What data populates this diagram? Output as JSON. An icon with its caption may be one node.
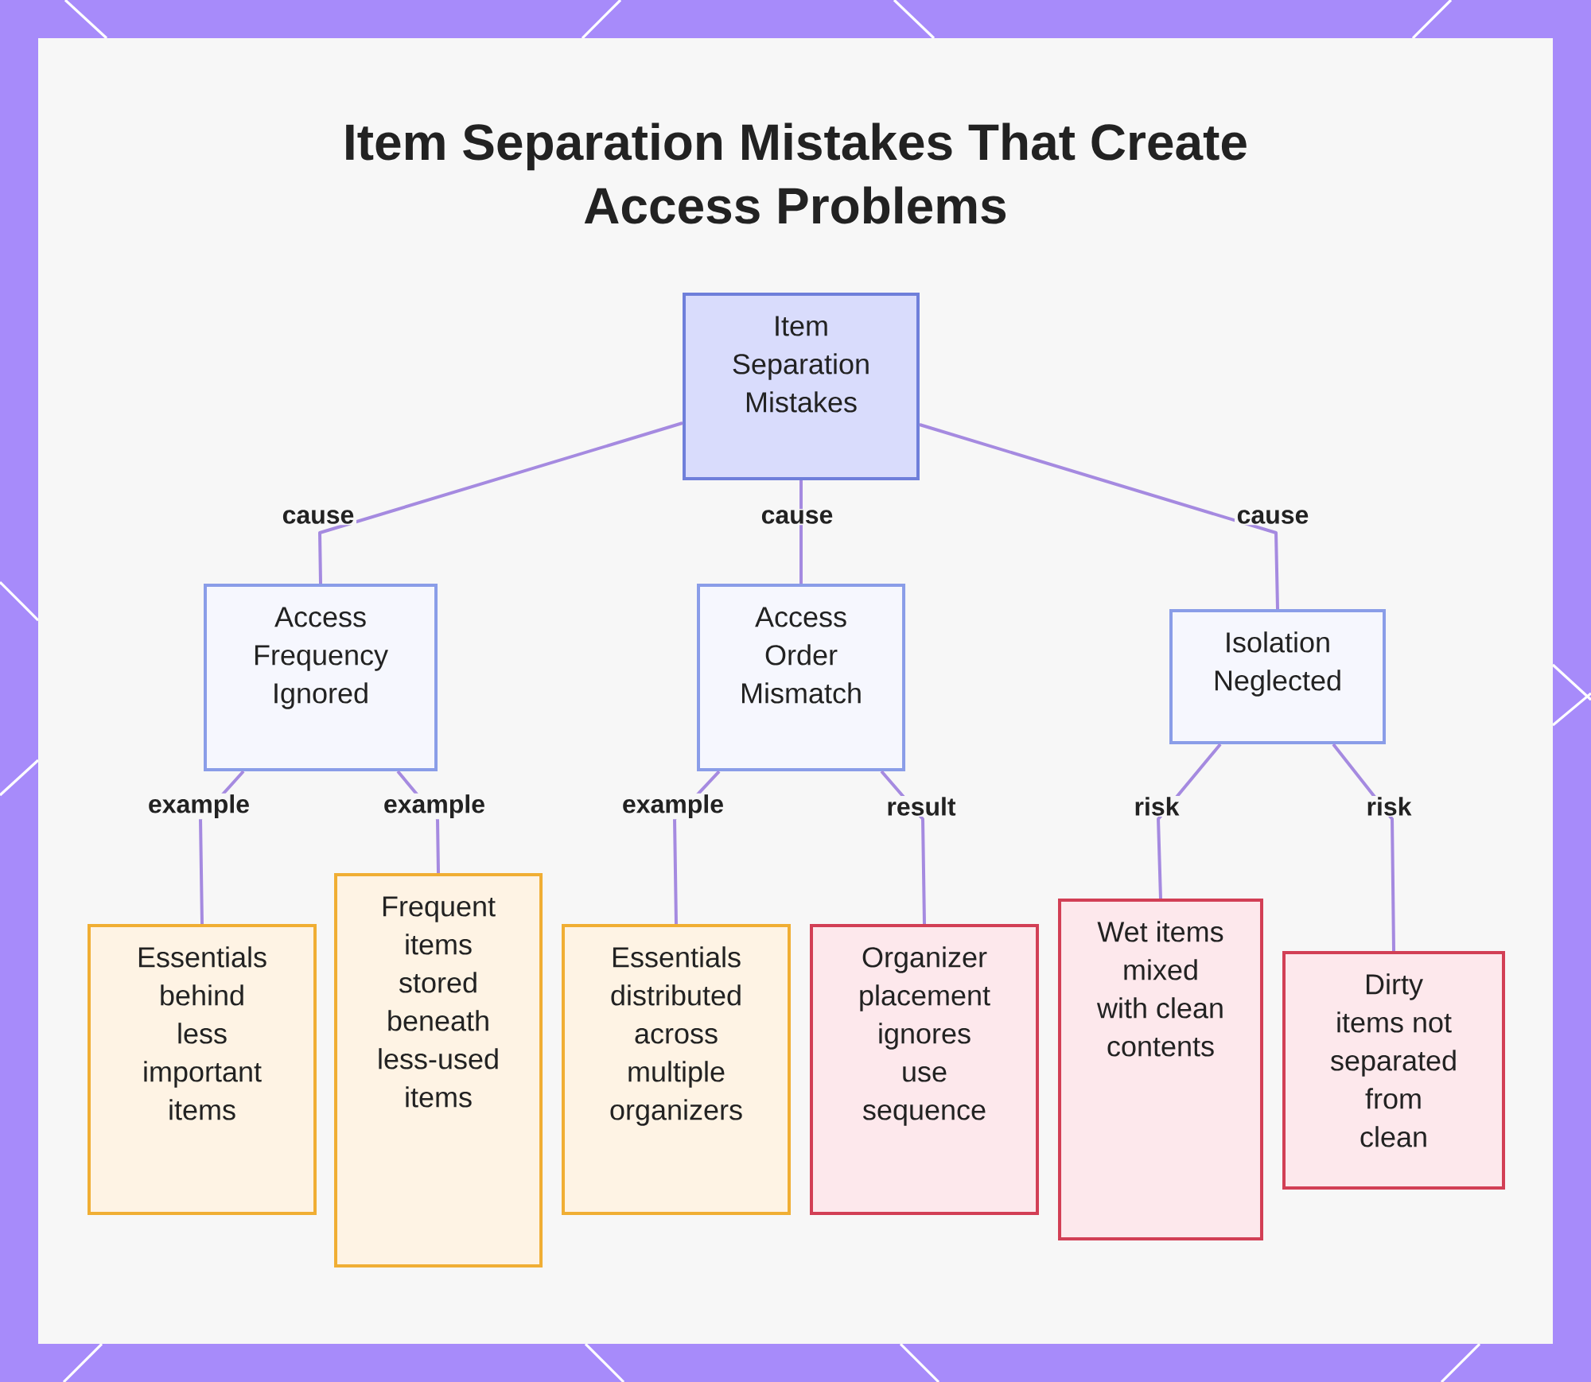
{
  "diagram": {
    "title": "Item Separation Mistakes That Create Access Problems",
    "nodes": [
      {
        "text": [
          "Item Separation Mistakes"
        ]
      },
      {
        "text": [
          "Access Frequency Ignored"
        ]
      },
      {
        "text": [
          "Access Order Mismatch"
        ]
      },
      {
        "text": [
          "Isolation Neglected"
        ]
      },
      {
        "text": [
          "Essentials behind less important items"
        ]
      },
      {
        "text": [
          "Frequent items stored beneath less-used items"
        ]
      },
      {
        "text": [
          "Essentials distributed across multiple organizers"
        ]
      },
      {
        "text": [
          "Organizer placement ignores use sequence"
        ]
      },
      {
        "text": [
          "Wet items mixed with clean contents"
        ]
      },
      {
        "text": [
          "Dirty items not separated from clean"
        ]
      }
    ],
    "edges": [
      {
        "from": 0,
        "to": 1,
        "arrow": "none",
        "label": "cause"
      },
      {
        "from": 0,
        "to": 2,
        "arrow": "none",
        "label": "cause"
      },
      {
        "from": 0,
        "to": 3,
        "arrow": "none",
        "label": "cause"
      },
      {
        "from": 1,
        "to": 4,
        "arrow": "none",
        "label": "example"
      },
      {
        "from": 1,
        "to": 5,
        "arrow": "none",
        "label": "example"
      },
      {
        "from": 2,
        "to": 6,
        "arrow": "none",
        "label": "example"
      },
      {
        "from": 2,
        "to": 7,
        "arrow": "none",
        "label": "result"
      },
      {
        "from": 3,
        "to": 8,
        "arrow": "none",
        "label": "risk"
      },
      {
        "from": 3,
        "to": 9,
        "arrow": "none",
        "label": "risk"
      }
    ]
  }
}
